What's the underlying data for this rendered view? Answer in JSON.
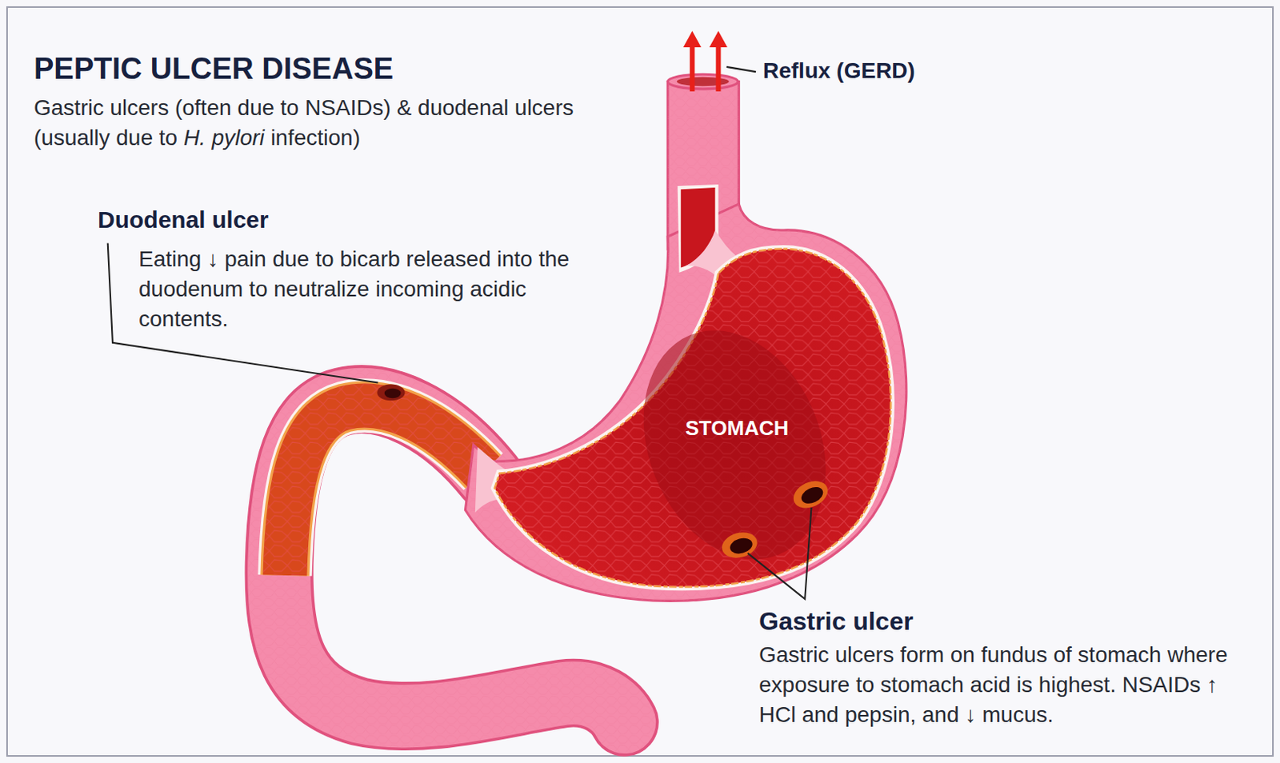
{
  "diagram": {
    "title": "PEPTIC ULCER DISEASE",
    "labels": [
      "Gastric ulcers (often due to NSAIDs) & duodenal ulcers (usually due to",
      "H. pylori",
      "infection)",
      "Reflux (GERD)",
      "Duodenal ulcer",
      "Eating ↓ pain due to bicarb released into the duodenum to neutralize incoming acidic contents.",
      "STOMACH",
      "Gastric ulcer",
      "Gastric ulcers form on fundus of stomach where exposure to stomach acid is highest. NSAIDs ↑ HCl and pepsin, and ↓ mucus."
    ]
  }
}
